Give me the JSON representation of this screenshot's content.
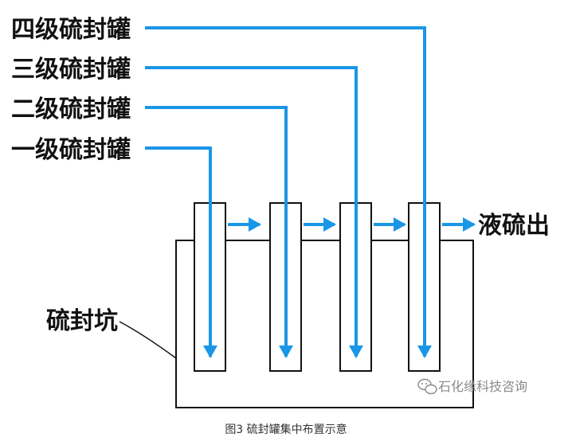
{
  "diagram": {
    "tank_labels": [
      "四级硫封罐",
      "三级硫封罐",
      "二级硫封罐",
      "一级硫封罐"
    ],
    "outlet_label": "液硫出",
    "pit_label": "硫封坑",
    "caption": "图3 硫封罐集中布置示意",
    "watermark": "石化缘科技咨询",
    "flow_color": "#1a96e6"
  }
}
